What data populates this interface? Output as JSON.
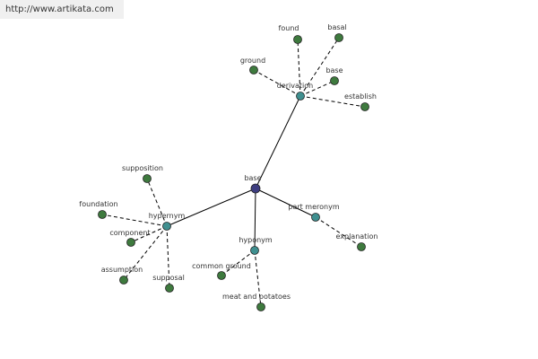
{
  "watermark": {
    "url": "http://www.artikata.com"
  },
  "colors": {
    "root_node": "#3d3d80",
    "relation_node": "#3f8f8f",
    "leaf_node": "#3e7a3e",
    "edge": "#000000"
  },
  "graph": {
    "root": {
      "id": "base-root",
      "label": "base",
      "kind": "root"
    },
    "relations": [
      {
        "id": "derivation",
        "label": "derivation",
        "leaves": [
          "found",
          "basal",
          "ground",
          "base",
          "establish"
        ]
      },
      {
        "id": "hypernym",
        "label": "hypernym",
        "leaves": [
          "supposition",
          "foundation",
          "component",
          "assumption",
          "supposal"
        ]
      },
      {
        "id": "hyponym",
        "label": "hyponym",
        "leaves": [
          "common ground",
          "meat and potatoes"
        ]
      },
      {
        "id": "part-meronym",
        "label": "part meronym",
        "leaves": [
          "explanation"
        ]
      }
    ]
  }
}
